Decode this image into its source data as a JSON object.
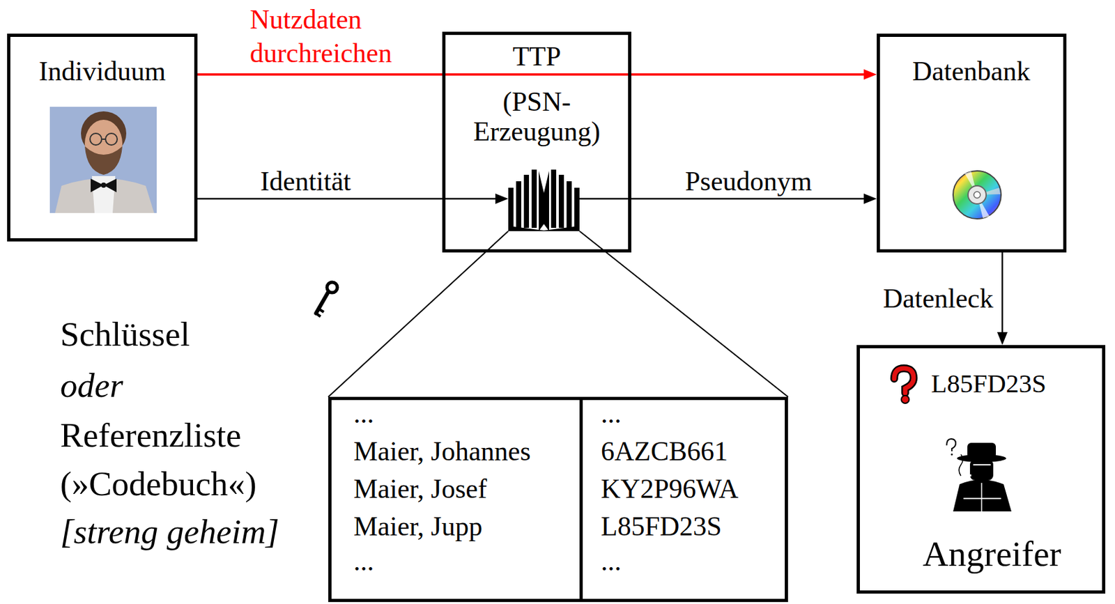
{
  "diagram": {
    "nodes": [
      {
        "text": [
          "Individuum"
        ]
      },
      {
        "text": [
          "TTP",
          "(PSN- Erzeugung)"
        ]
      },
      {
        "text": [
          "Datenbank"
        ]
      },
      {
        "text": [
          "L85FD23S",
          "Angreifer"
        ]
      },
      {
        "text": [
          "...",
          "Maier, Johannes",
          "Maier, Josef",
          "Maier, Jupp",
          "...",
          "...",
          "6AZCB661",
          "KY2P96WA",
          "L85FD23S",
          "..."
        ]
      }
    ],
    "edges": [
      {
        "from": 0,
        "to": 2,
        "arrow": "to",
        "label": "Nutzdaten durchreichen"
      },
      {
        "from": 0,
        "to": 1,
        "arrow": "to",
        "label": "Identität"
      },
      {
        "from": 1,
        "to": 2,
        "arrow": "to",
        "label": "Pseudonym"
      },
      {
        "from": 2,
        "to": 3,
        "arrow": "to",
        "label": "Datenleck"
      }
    ],
    "labels": [
      "Schlüssel",
      "oder",
      "Referenzliste",
      "(»Codebuch«)",
      "[streng geheim]"
    ]
  }
}
